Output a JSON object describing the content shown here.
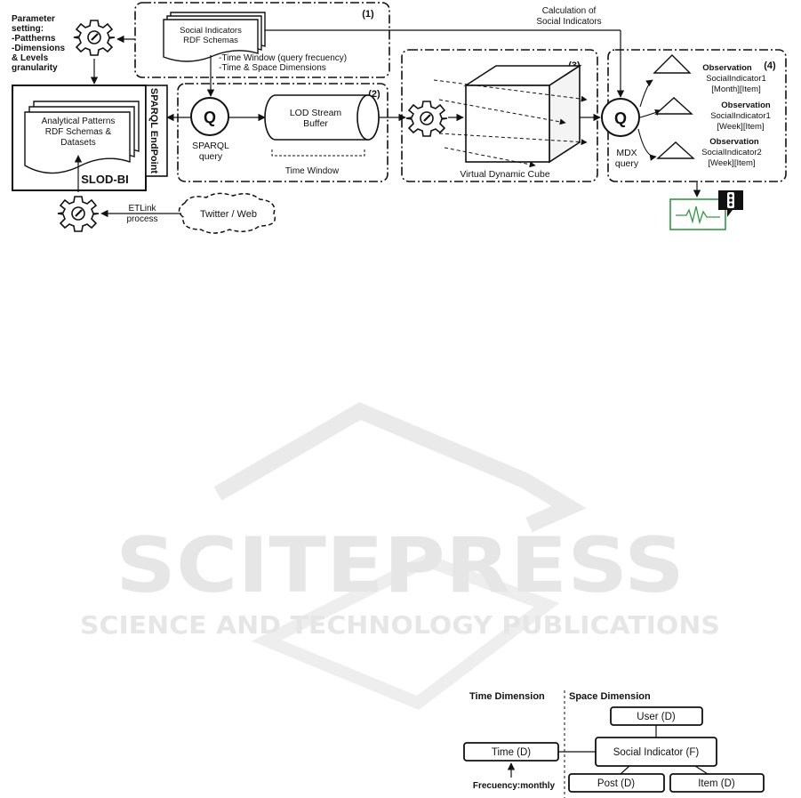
{
  "watermark": {
    "title": "SCITEPRESS",
    "subtitle": "SCIENCE AND TECHNOLOGY PUBLICATIONS"
  },
  "architecture": {
    "param_setting": [
      "Parameter",
      "setting:",
      "-Pattherns",
      "-Dimensions",
      "& Levels",
      "granularity"
    ],
    "section1": {
      "number": "(1)",
      "doc_lines": [
        "Social Indicators",
        "RDF Schemas"
      ],
      "notes": [
        "-Time Window (query frecuency)",
        "-Time & Space Dimensions"
      ]
    },
    "calc_label": [
      "Calculation of",
      "Social Indicators"
    ],
    "section2": {
      "number": "(2)",
      "sparql_q": "Q",
      "sparql_label": [
        "SPARQL",
        "query"
      ],
      "buffer_lines": [
        "LOD Stream",
        "Buffer"
      ],
      "time_window": "Time Window"
    },
    "section3": {
      "number": "(3)",
      "cube_label": "Virtual Dynamic Cube"
    },
    "section4": {
      "number": "(4)",
      "mdx_q": "Q",
      "mdx_label": [
        "MDX",
        "query"
      ],
      "observations": [
        [
          "Observation",
          "SocialIndicator1",
          "[Month][Item]"
        ],
        [
          "Observation",
          "SocialIndicator1",
          "[Week][Item]"
        ],
        [
          "Observation",
          "SocialIndicator2",
          "[Week][Item]"
        ]
      ]
    },
    "store": {
      "doc_lines": [
        "Analytical Patterns",
        "RDF Schemas &",
        "Datasets"
      ],
      "name": "SLOD-BI",
      "endpoint": "SPARQL EndPoint"
    },
    "etlink": [
      "ETLink",
      "process"
    ],
    "source": "Twitter / Web"
  },
  "schema": {
    "time_header": "Time Dimension",
    "space_header": "Space Dimension",
    "user": "User (D)",
    "time": "Time (D)",
    "fact": "Social Indicator (F)",
    "post": "Post (D)",
    "item": "Item (D)",
    "frequency": "Frecuency:monthly"
  },
  "colors": {
    "monitor_border": "#2e9a43",
    "monitor_wave": "#2e9a43",
    "badge": "#111111"
  }
}
